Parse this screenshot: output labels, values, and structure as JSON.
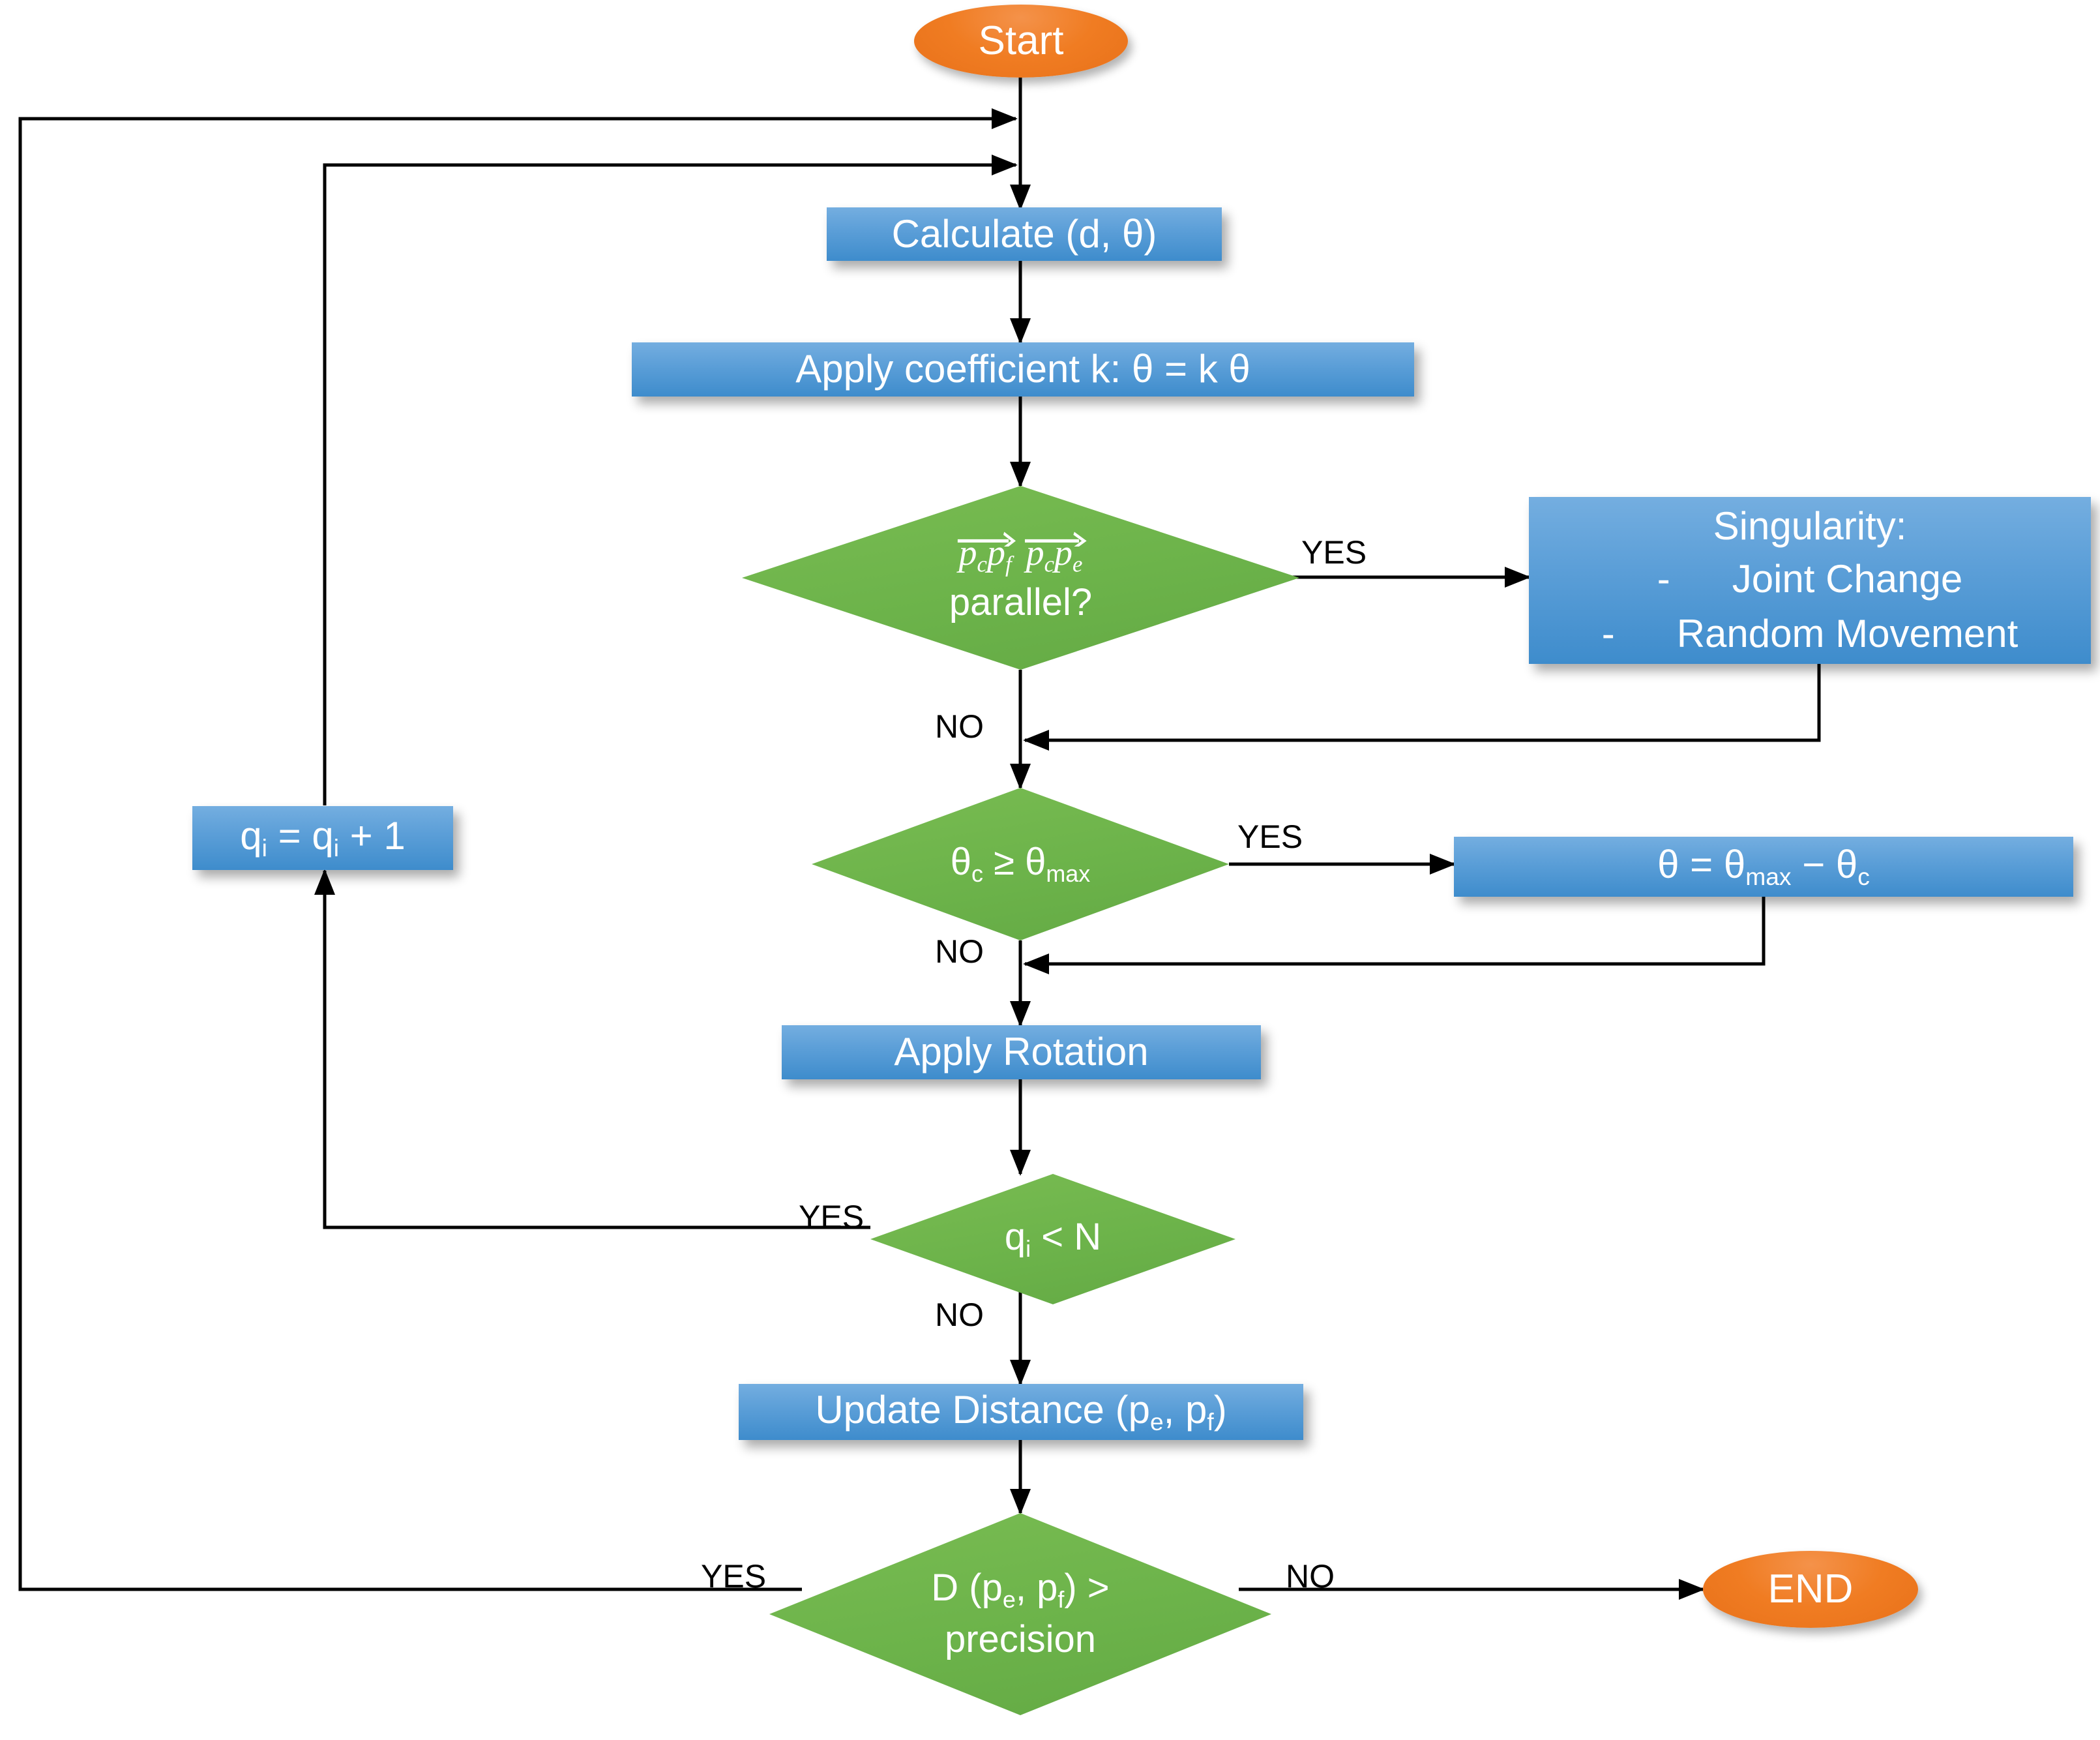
{
  "diagram": {
    "title": "Inverse kinematics iteration flowchart",
    "colors": {
      "terminator": "#F07C22",
      "process": "#4E95D3",
      "decision": "#6CB34A",
      "connector": "#000000",
      "node_text": "#FFFFFF",
      "label_text": "#000000"
    },
    "nodes": {
      "start": {
        "label": "Start",
        "shape": "terminator"
      },
      "calculate": {
        "label": "Calculate (d, θ)",
        "shape": "process"
      },
      "coefficient": {
        "label": "Apply coefficient k: θ = k θ",
        "shape": "process"
      },
      "parallel": {
        "shape": "decision",
        "vector_a": {
          "base": "p",
          "sub1": "c",
          "base2": "p",
          "sub2": "f"
        },
        "vector_b": {
          "base": "p",
          "sub1": "c",
          "base2": "p",
          "sub2": "e"
        },
        "question": "parallel?",
        "label_plain": "pc pf  pc pe parallel?"
      },
      "singularity": {
        "shape": "process",
        "title": "Singularity:",
        "bullet_marker": "-",
        "items": [
          "Joint Change",
          "Random Movement"
        ]
      },
      "theta_check": {
        "shape": "decision",
        "lhs": "θ",
        "lhs_sub": "c",
        "op": "≥",
        "rhs": "θ",
        "rhs_sub": "max",
        "label_plain": "θc ≥ θmax"
      },
      "theta_assign": {
        "shape": "process",
        "label_plain": "θ = θmax − θc",
        "lhs": "θ",
        "eq": "=",
        "t1": "θ",
        "t1_sub": "max",
        "minus": "−",
        "t2": "θ",
        "t2_sub": "c"
      },
      "increment": {
        "shape": "process",
        "label_plain": "qᵢ = qᵢ + 1",
        "lhs": "q",
        "lhs_sub": "i",
        "eq": "=",
        "rhs": "q",
        "rhs_sub": "i",
        "tail": "+ 1"
      },
      "apply_rotation": {
        "label": "Apply Rotation",
        "shape": "process"
      },
      "iter_check": {
        "shape": "decision",
        "label_plain": "qᵢ < N",
        "lhs": "q",
        "lhs_sub": "i",
        "op": "< N"
      },
      "update_distance": {
        "shape": "process",
        "label_plain": "Update Distance (pₑ, p_f)",
        "text": "Update Distance (p",
        "sub1": "e",
        "mid": ", p",
        "sub2": "f",
        "tail": ")"
      },
      "precision_check": {
        "shape": "decision",
        "label_plain": "D (pₑ, p_f) > precision",
        "line1_a": "D (p",
        "line1_sub1": "e",
        "line1_b": ", p",
        "line1_sub2": "f",
        "line1_c": ") >",
        "line2": "precision"
      },
      "end": {
        "label": "END",
        "shape": "terminator"
      }
    },
    "edge_labels": {
      "parallel_yes": "YES",
      "parallel_no": "NO",
      "theta_yes": "YES",
      "theta_no": "NO",
      "iter_yes": "YES",
      "iter_no": "NO",
      "precision_yes": "YES",
      "precision_no": "NO"
    }
  }
}
